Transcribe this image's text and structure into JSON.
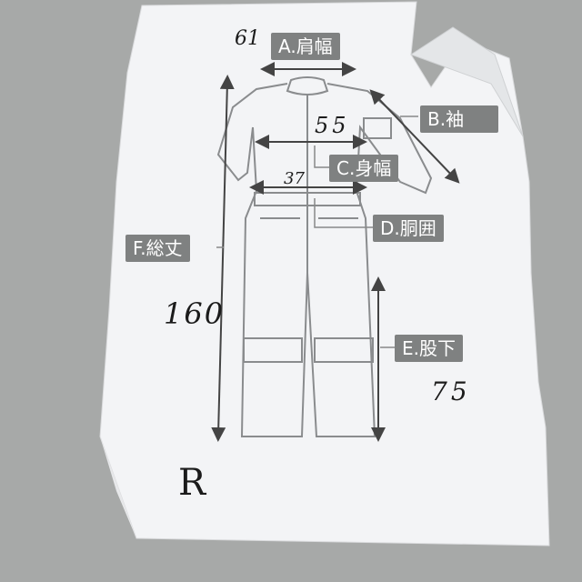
{
  "labels": {
    "a": "A.肩幅",
    "b": "B.袖",
    "c": "C.身幅",
    "d": "D.胴囲",
    "e": "E.股下",
    "f": "F.総丈"
  },
  "handwritten": {
    "shoulder": "61",
    "chest": "55",
    "waist": "37",
    "total": "160",
    "inseam": "75",
    "mark": "R"
  },
  "colors": {
    "background": "#a7a9a8",
    "paper": "#f3f4f6",
    "label_bg": "#7f8181",
    "ink": "#1b1b1b"
  }
}
